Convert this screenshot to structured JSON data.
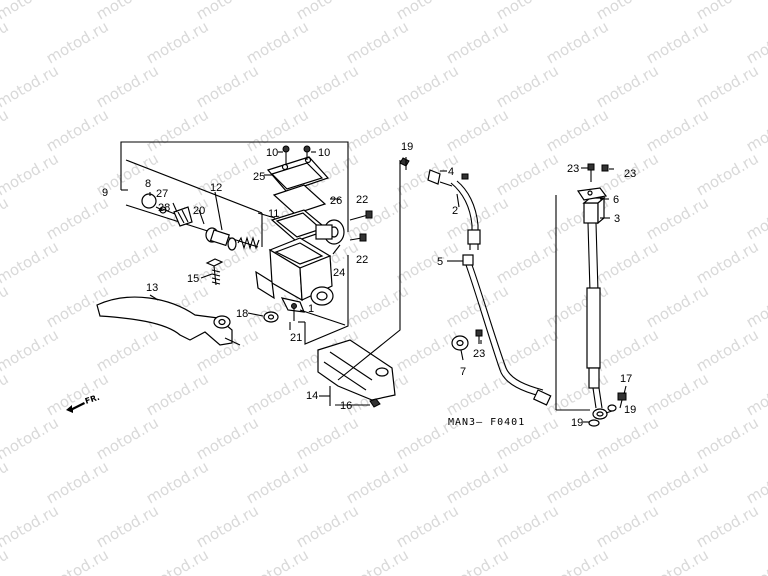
{
  "watermark": "motod.ru",
  "diagram_code": "MAN3— F0401",
  "direction_label": "FR.",
  "callouts": [
    "1",
    "2",
    "3",
    "4",
    "5",
    "6",
    "7",
    "8",
    "9",
    "10",
    "10",
    "11",
    "12",
    "13",
    "14",
    "15",
    "16",
    "17",
    "18",
    "19",
    "19",
    "19",
    "20",
    "21",
    "22",
    "22",
    "23",
    "23",
    "23",
    "24",
    "25",
    "26",
    "27",
    "28"
  ]
}
